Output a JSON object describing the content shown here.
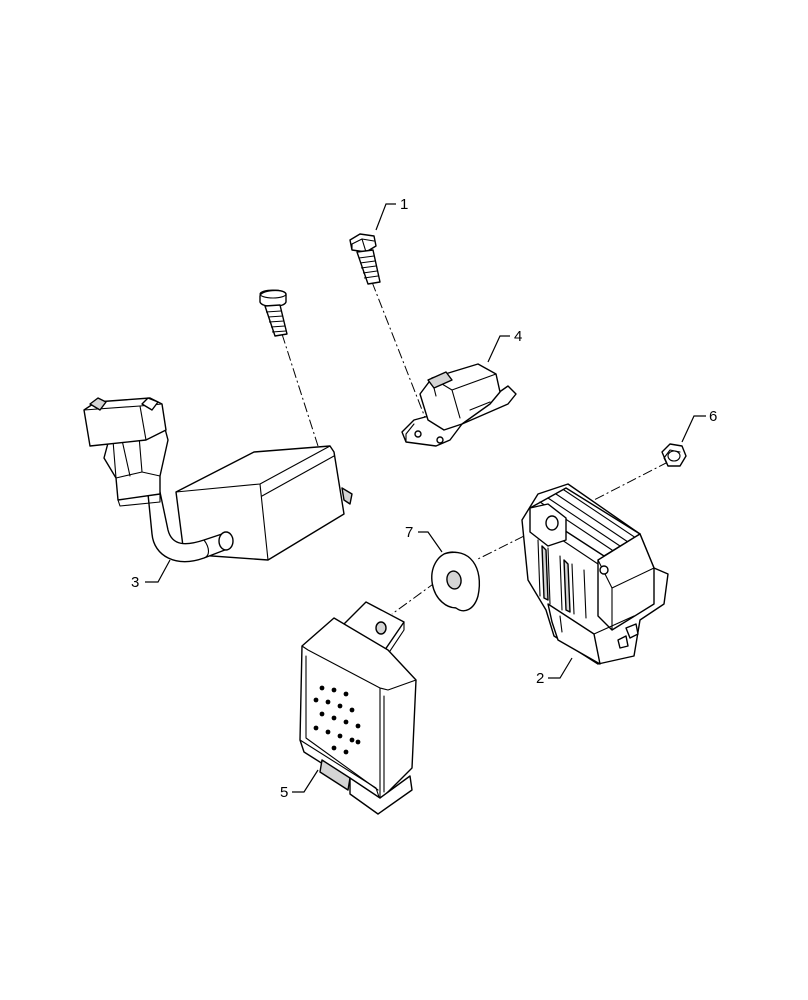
{
  "callouts": {
    "c1": "1",
    "c2": "2",
    "c3": "3",
    "c4": "4",
    "c5": "5",
    "c6": "6",
    "c7": "7"
  },
  "icons": {
    "bolt_1": "hex-bolt-icon",
    "bolt_2": "bolt-icon",
    "bracket": "bracket-icon",
    "relay_module": "relay-icon",
    "regulator": "regulator-icon",
    "flasher": "flasher-unit-icon",
    "nut": "hex-nut-icon",
    "grommet": "grommet-icon"
  },
  "colors": {
    "line": "#000000",
    "fill": "#ffffff",
    "shade": "#d4d4d4"
  }
}
